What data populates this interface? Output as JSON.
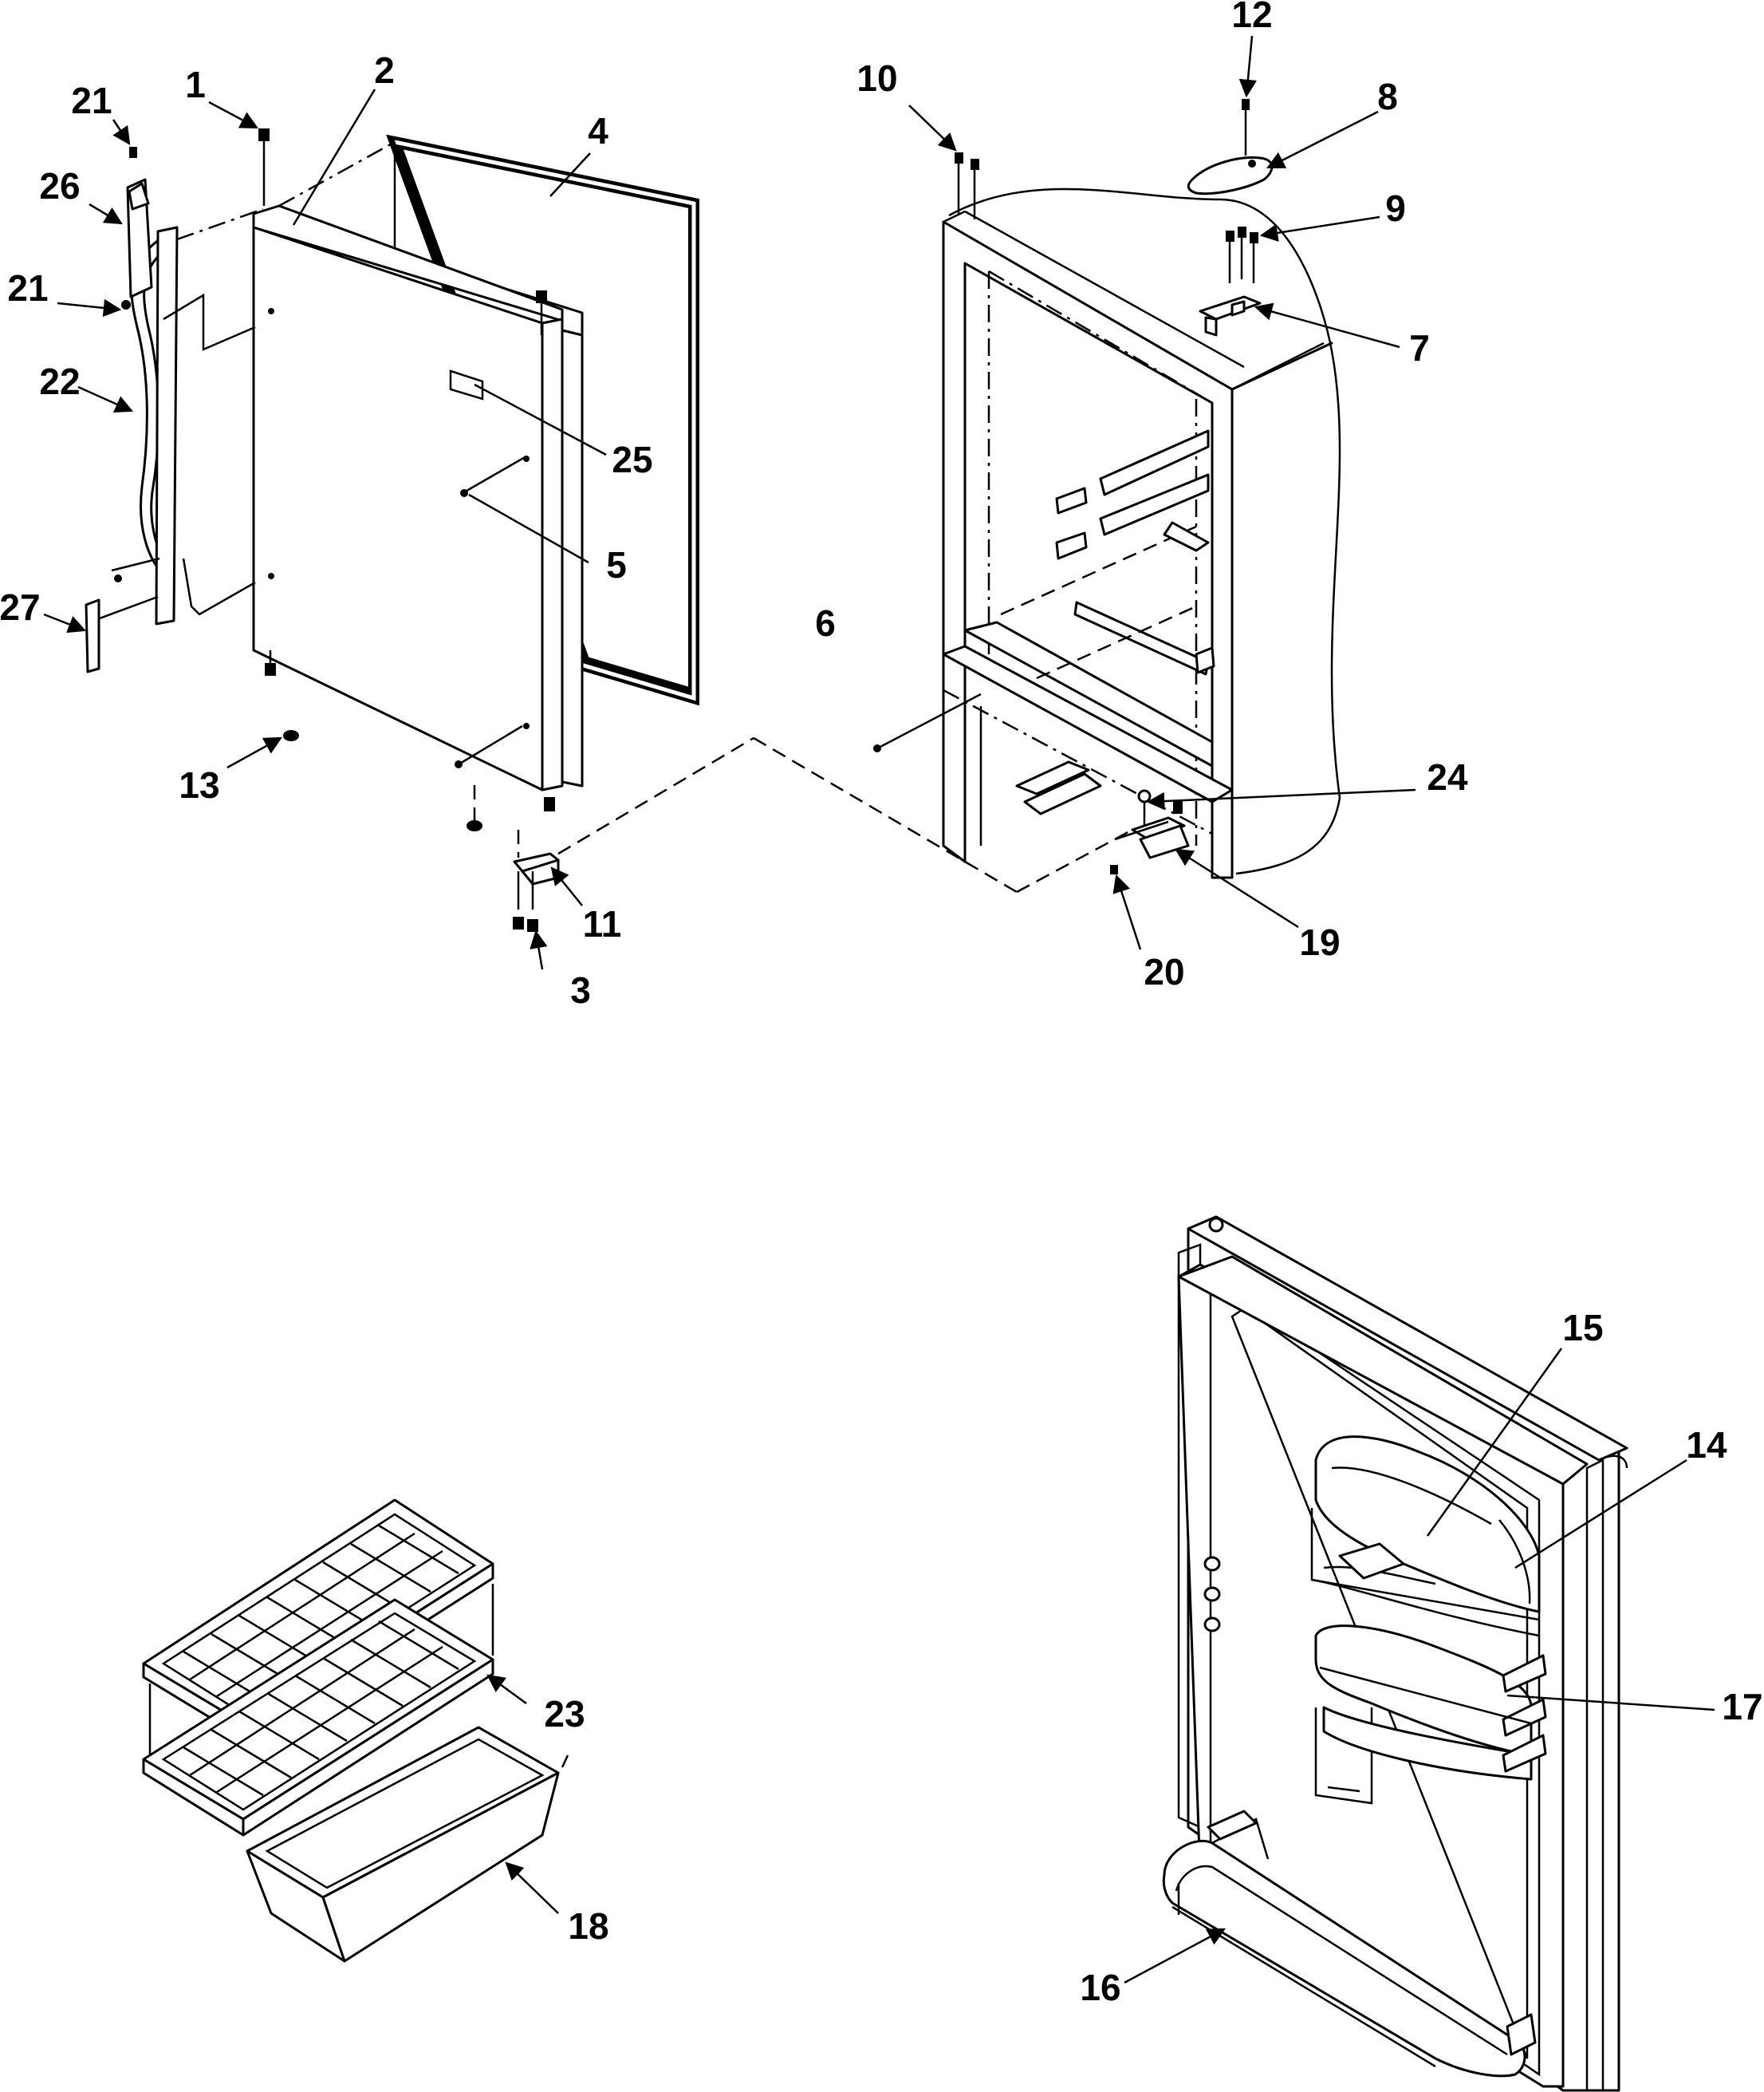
{
  "diagram": {
    "callouts": [
      "1",
      "2",
      "3",
      "4",
      "5",
      "6",
      "7",
      "8",
      "9",
      "10",
      "11",
      "12",
      "13",
      "14",
      "15",
      "16",
      "17",
      "18",
      "19",
      "20",
      "21",
      "21",
      "22",
      "23",
      "24",
      "25",
      "26",
      "27"
    ]
  }
}
